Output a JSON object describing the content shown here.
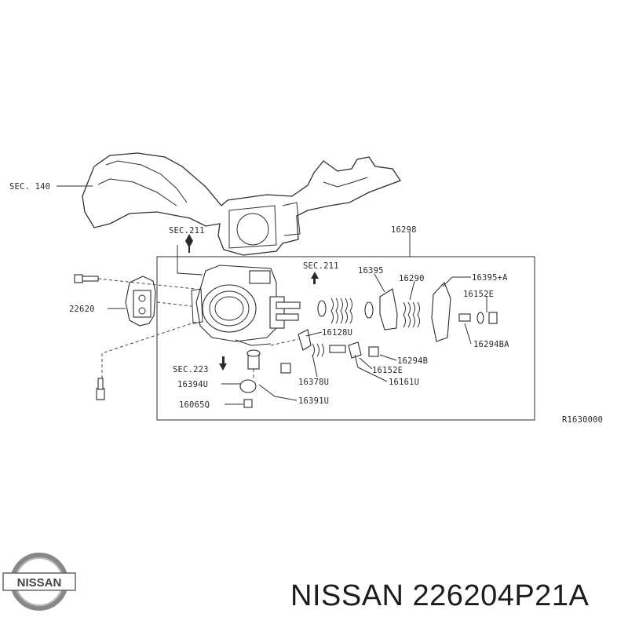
{
  "diagram": {
    "labels": {
      "sec140": "SEC. 140",
      "sec211_a": "SEC.211",
      "sec211_b": "SEC.211",
      "sec223": "SEC.223",
      "p16298": "16298",
      "p16395": "16395",
      "p16290": "16290",
      "p16395a": "16395+A",
      "p16152e_top": "16152E",
      "p16294ba": "16294BA",
      "p22620": "22620",
      "p16128u": "16128U",
      "p16294b": "16294B",
      "p16152e": "16152E",
      "p16161u": "16161U",
      "p16378u": "16378U",
      "p16394u": "16394U",
      "p16065q": "16065Q",
      "p16391u": "16391U",
      "ref": "R1630000"
    }
  },
  "footer": {
    "logo_text": "NISSAN",
    "part_title": "NISSAN 226204P21A"
  }
}
